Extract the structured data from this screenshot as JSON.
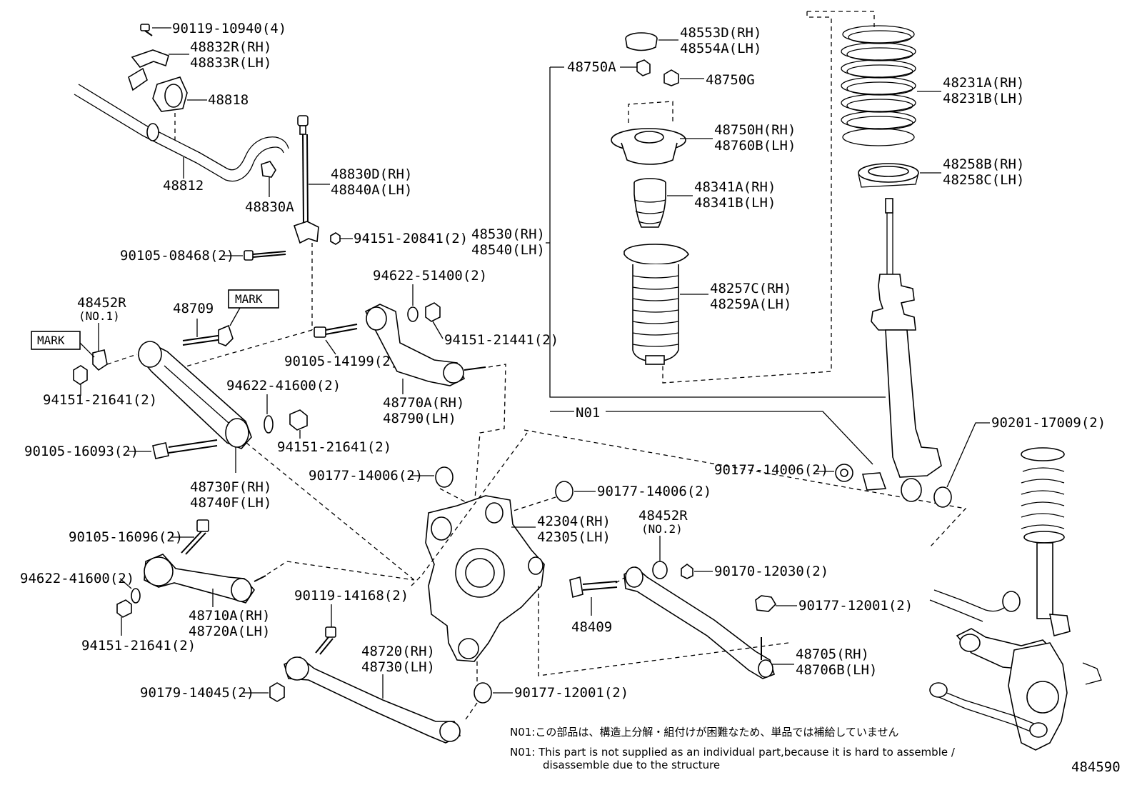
{
  "diagram_id": "484590",
  "labels": {
    "bolt_90119_10940": "90119-10940(4)",
    "bracket_48832": [
      "48832R(RH)",
      "48833R(LH)"
    ],
    "bushing_48818": "48818",
    "bar_48812": "48812",
    "bush_48830a": "48830A",
    "link_48830d": [
      "48830D(RH)",
      "48840A(LH)"
    ],
    "nut_94151_20841": "94151-20841(2)",
    "bolt_90105_08468": "90105-08468(2)",
    "cam_48452r_no1": [
      "48452R",
      "(NO.1)"
    ],
    "bolt_48709": "48709",
    "mark_1": "MARK",
    "mark_2": "MARK",
    "nut_94151_21641_a": "94151-21641(2)",
    "washer_94622_51400": "94622-51400(2)",
    "nut_94151_21441": "94151-21441(2)",
    "bolt_90105_14199": "90105-14199(2)",
    "arm_48770a": [
      "48770A(RH)",
      "48790(LH)"
    ],
    "washer_94622_41600_a": "94622-41600(2)",
    "nut_94151_21641_b": "94151-21641(2)",
    "bolt_90105_16093": "90105-16093(2)",
    "arm_48730f": [
      "48730F(RH)",
      "48740F(LH)"
    ],
    "bush_90177_14006_a": "90177-14006(2)",
    "bush_90177_14006_b": "90177-14006(2)",
    "knuckle_42304": [
      "42304(RH)",
      "42305(LH)"
    ],
    "bolt_90105_16096": "90105-16096(2)",
    "washer_94622_41600_b": "94622-41600(2)",
    "arm_48710a": [
      "48710A(RH)",
      "48720A(LH)"
    ],
    "nut_94151_21641_c": "94151-21641(2)",
    "bolt_90119_14168": "90119-14168(2)",
    "arm_48720": [
      "48720(RH)",
      "48730(LH)"
    ],
    "nut_90179_14045": "90179-14045(2)",
    "bush_90177_12001_a": "90177-12001(2)",
    "cam_48452r_no2": [
      "48452R",
      "(NO.2)"
    ],
    "nut_90170_12030": "90170-12030(2)",
    "bolt_48409": "48409",
    "nut_90177_12001_b": "90177-12001(2)",
    "arm_48705": [
      "48705(RH)",
      "48706B(LH)"
    ],
    "cap_48553d": [
      "48553D(RH)",
      "48554A(LH)"
    ],
    "nut_48750a": "48750A",
    "nut_48750g": "48750G",
    "support_48750h": [
      "48750H(RH)",
      "48760B(LH)"
    ],
    "bumper_48341a": [
      "48341A(RH)",
      "48341B(LH)"
    ],
    "absorber_48530": [
      "48530(RH)",
      "48540(LH)"
    ],
    "boot_48257c": [
      "48257C(RH)",
      "48259A(LH)"
    ],
    "spring_48231a": [
      "48231A(RH)",
      "48231B(LH)"
    ],
    "seat_48258b": [
      "48258B(RH)",
      "48258C(LH)"
    ],
    "n01": "N01",
    "bush_90201_17009": "90201-17009(2)",
    "bush_90177_14006_c": "90177-14006(2)"
  },
  "notes": {
    "jp": "N01:この部品は、構造上分解・組付けが困難なため、単品では補給していません",
    "en_line1": "N01: This part is not supplied as an individual part,because it is hard to assemble /",
    "en_line2": "disassemble due to the structure"
  },
  "icons": [
    "bolt-icon",
    "nut-icon",
    "washer-icon",
    "bushing-icon",
    "coil-spring-icon",
    "shock-absorber-icon",
    "knuckle-icon",
    "control-arm-icon",
    "stabilizer-bar-icon"
  ]
}
